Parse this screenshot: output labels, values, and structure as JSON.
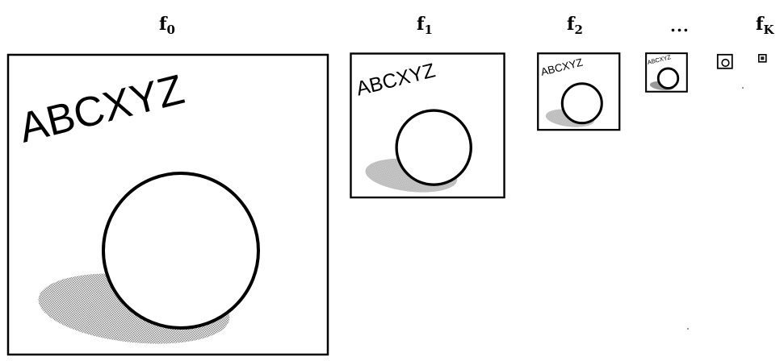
{
  "labels": [
    {
      "base": "f",
      "sub": "0"
    },
    {
      "base": "f",
      "sub": "1"
    },
    {
      "base": "f",
      "sub": "2"
    },
    {
      "base": "...",
      "sub": ""
    },
    {
      "base": "f",
      "sub": "K"
    }
  ],
  "frame_text": "ABCXYZ",
  "colors": {
    "ink": "#000000",
    "paper": "#ffffff",
    "shadow_dot": "#6f6f6f"
  }
}
